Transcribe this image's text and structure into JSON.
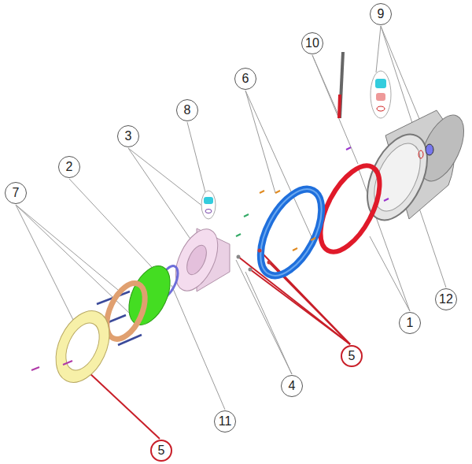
{
  "diagram": {
    "nodes": [
      {
        "text": [
          "9"
        ]
      },
      {
        "text": [
          "10"
        ]
      },
      {
        "text": [
          "6"
        ]
      },
      {
        "text": [
          "8"
        ]
      },
      {
        "text": [
          "3"
        ]
      },
      {
        "text": [
          "2"
        ]
      },
      {
        "text": [
          "7"
        ]
      },
      {
        "text": [
          "12"
        ]
      },
      {
        "text": [
          "1"
        ]
      },
      {
        "text": [
          "5"
        ]
      },
      {
        "text": [
          "4"
        ]
      },
      {
        "text": [
          "11"
        ]
      },
      {
        "text": [
          "5"
        ]
      }
    ]
  }
}
